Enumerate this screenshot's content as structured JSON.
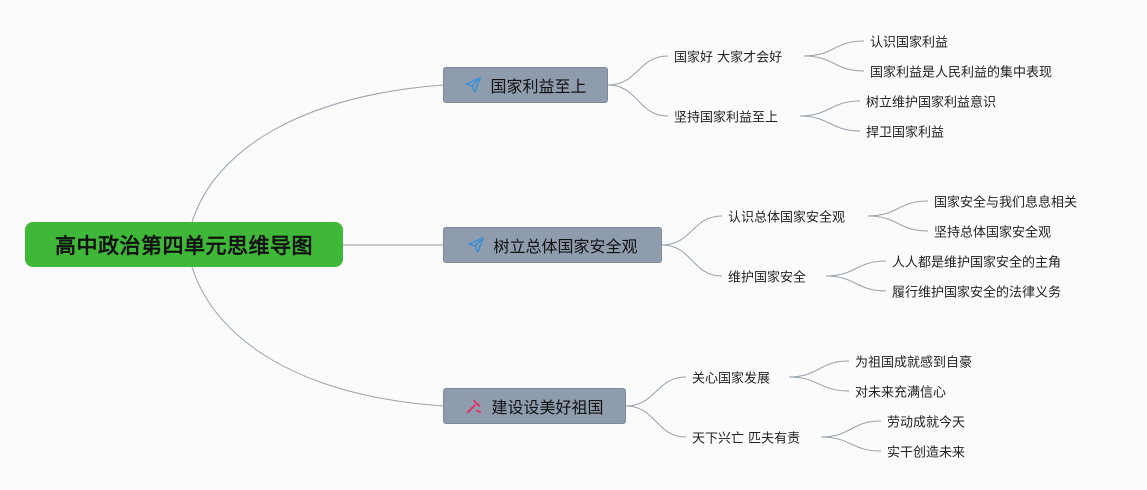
{
  "root": {
    "title": "高中政治第四单元思维导图"
  },
  "branches": [
    {
      "title": "国家利益至上",
      "icon": "paper-plane-icon",
      "children": [
        {
          "title": "国家好 大家才会好",
          "children": [
            "认识国家利益",
            "国家利益是人民利益的集中表现"
          ]
        },
        {
          "title": "坚持国家利益至上",
          "children": [
            "树立维护国家利益意识",
            "捍卫国家利益"
          ]
        }
      ]
    },
    {
      "title": "树立总体国家安全观",
      "icon": "paper-plane-icon",
      "children": [
        {
          "title": "认识总体国家安全观",
          "children": [
            "国家安全与我们息息相关",
            "坚持总体国家安全观"
          ]
        },
        {
          "title": "维护国家安全",
          "children": [
            "人人都是维护国家安全的主角",
            "履行维护国家安全的法律义务"
          ]
        }
      ]
    },
    {
      "title": "建设设美好祖国",
      "icon": "tools-icon",
      "children": [
        {
          "title": "关心国家发展",
          "children": [
            "为祖国成就感到自豪",
            "对未来充满信心"
          ]
        },
        {
          "title": "天下兴亡 匹夫有责",
          "children": [
            "劳动成就今天",
            "实干创造未来"
          ]
        }
      ]
    }
  ],
  "colors": {
    "root_fill": "#3fb83a",
    "branch_fill": "#8e9cad",
    "line": "#9aa2ab",
    "plane_icon": "#3a8fd6",
    "tools_icon": "#e2336b"
  }
}
